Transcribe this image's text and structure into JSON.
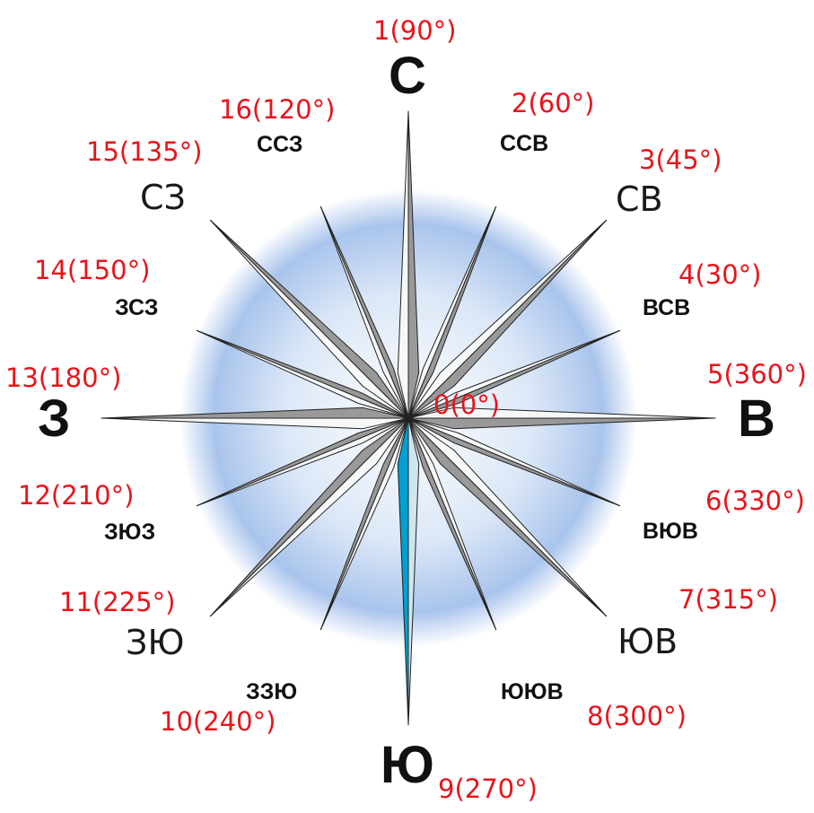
{
  "colors": {
    "background": "#ffffff",
    "glow": "#a9c4ec",
    "ray_dark": "#999999",
    "ray_light": "#f6f8f8",
    "south_needle": "#00a0d0",
    "south_needle_light": "#cfe6ee",
    "number_labels": "#e8141b",
    "direction_labels": "#111111"
  },
  "directions": {
    "north": "С",
    "north_north_east": "ССВ",
    "north_east": "СВ",
    "east_north_east": "ВСВ",
    "east": "В",
    "east_south_east": "ВЮВ",
    "south_east": "ЮВ",
    "south_south_east": "ЮЮВ",
    "south": "Ю",
    "south_south_west": "ЗЗЮ",
    "south_west": "ЗЮ",
    "west_south_west": "ЗЮЗ",
    "west": "З",
    "west_north_west": "ЗСЗ",
    "north_west": "СЗ",
    "north_north_west": "ССЗ"
  },
  "numbers": {
    "center": "0(0°)",
    "n1": "1(90°)",
    "n2": "2(60°)",
    "n3": "3(45°)",
    "n4": "4(30°)",
    "n5": "5(360°)",
    "n6": "6(330°)",
    "n7": "7(315°)",
    "n8": "8(300°)",
    "n9": "9(270°)",
    "n10": "10(240°)",
    "n11": "11(225°)",
    "n12": "12(210°)",
    "n13": "13(180°)",
    "n14": "14(150°)",
    "n15": "15(135°)",
    "n16": "16(120°)"
  }
}
